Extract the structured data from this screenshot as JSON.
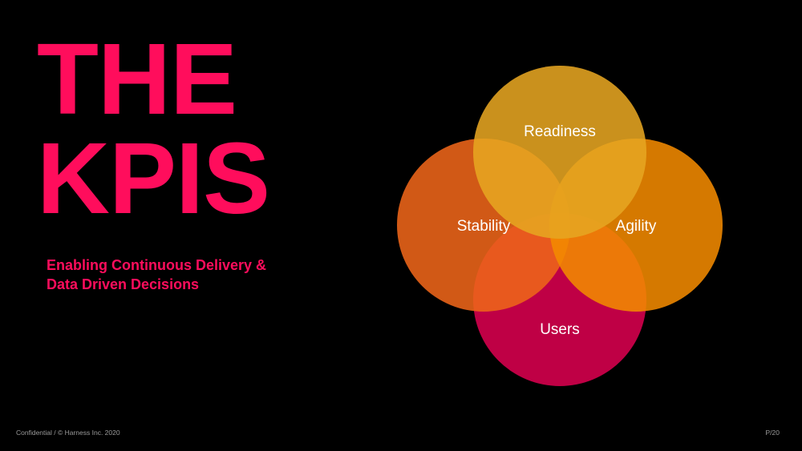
{
  "slide": {
    "title_lines": [
      "THE",
      "KPIS"
    ],
    "subtitle_lines": [
      "Enabling Continuous Delivery &",
      "Data Driven Decisions"
    ],
    "footer_left": "Confidential / © Harness Inc. 2020",
    "page_number": "P/20"
  },
  "diagram": {
    "type": "venn",
    "circles": [
      {
        "label": "Readiness",
        "color": "#e6a521"
      },
      {
        "label": "Stability",
        "color": "#ee6519"
      },
      {
        "label": "Agility",
        "color": "#f28a00"
      },
      {
        "label": "Users",
        "color": "#d9004f"
      }
    ]
  },
  "colors": {
    "accent": "#ff0d5c",
    "background": "#000000"
  }
}
